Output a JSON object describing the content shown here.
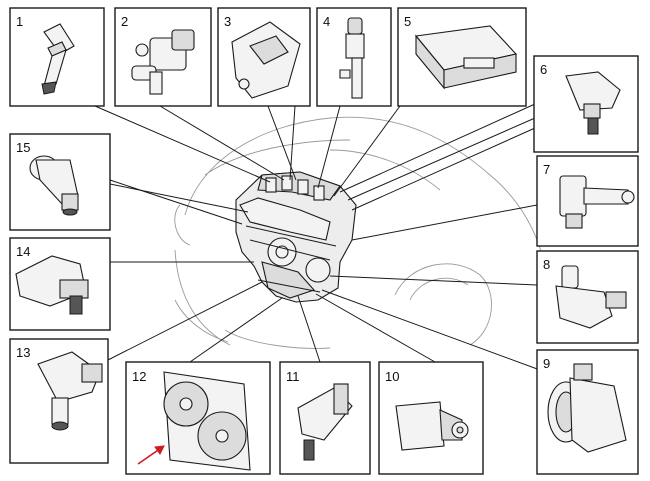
{
  "components": [
    {
      "id": "1",
      "label": "1"
    },
    {
      "id": "2",
      "label": "2"
    },
    {
      "id": "3",
      "label": "3"
    },
    {
      "id": "4",
      "label": "4"
    },
    {
      "id": "5",
      "label": "5"
    },
    {
      "id": "6",
      "label": "6"
    },
    {
      "id": "7",
      "label": "7"
    },
    {
      "id": "8",
      "label": "8"
    },
    {
      "id": "9",
      "label": "9"
    },
    {
      "id": "10",
      "label": "10"
    },
    {
      "id": "11",
      "label": "11"
    },
    {
      "id": "12",
      "label": "12"
    },
    {
      "id": "13",
      "label": "13"
    },
    {
      "id": "14",
      "label": "14"
    },
    {
      "id": "15",
      "label": "15"
    }
  ],
  "colors": {
    "line": "#1a1a1a",
    "accent_arrow": "#d11a1a",
    "ghost_car": "#9a9a9a"
  }
}
